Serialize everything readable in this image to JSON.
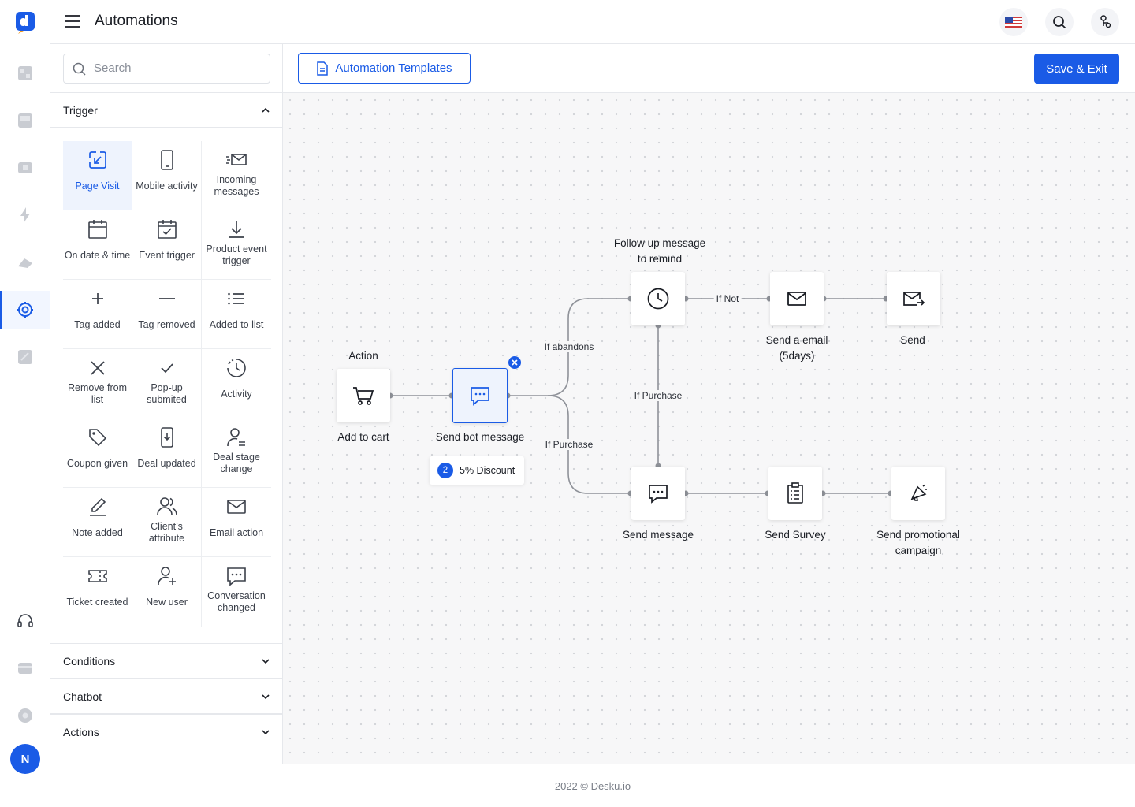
{
  "app": {
    "title": "Automations",
    "avatar_initial": "N",
    "footer": "2022 © Desku.io"
  },
  "rail": {
    "icons": [
      "logo-icon",
      "dashboard-icon",
      "inbox-icon",
      "tickets-icon",
      "lightning-icon",
      "reports-icon",
      "automation-icon",
      "notes-icon",
      "headset-icon",
      "billing-icon",
      "settings-icon"
    ]
  },
  "header": {
    "title": "Automations",
    "flag": "us-flag-icon",
    "search": "search-icon",
    "extra": "user-settings-icon"
  },
  "panel": {
    "search_placeholder": "Search",
    "trigger_title": "Trigger",
    "triggers": [
      {
        "label": "Page Visit",
        "icon": "page-visit-icon",
        "active": true
      },
      {
        "label": "Mobile activity",
        "icon": "mobile-icon"
      },
      {
        "label": "Incoming messages",
        "icon": "incoming-mail-icon"
      },
      {
        "label": "On date & time",
        "icon": "calendar-icon"
      },
      {
        "label": "Event trigger",
        "icon": "calendar-check-icon"
      },
      {
        "label": "Product event trigger",
        "icon": "download-icon"
      },
      {
        "label": "Tag added",
        "icon": "plus-icon"
      },
      {
        "label": "Tag removed",
        "icon": "minus-icon"
      },
      {
        "label": "Added to list",
        "icon": "list-icon"
      },
      {
        "label": "Remove from list",
        "icon": "x-icon"
      },
      {
        "label": "Pop-up submited",
        "icon": "check-icon"
      },
      {
        "label": "Activity",
        "icon": "activity-clock-icon"
      },
      {
        "label": "Coupon given",
        "icon": "tag-icon"
      },
      {
        "label": "Deal updated",
        "icon": "deal-icon"
      },
      {
        "label": "Deal stage change",
        "icon": "user-edit-icon"
      },
      {
        "label": "Note added",
        "icon": "pencil-icon"
      },
      {
        "label": "Client’s attribute",
        "icon": "users-icon"
      },
      {
        "label": "Email action",
        "icon": "mail-icon"
      },
      {
        "label": "Ticket created",
        "icon": "ticket-icon"
      },
      {
        "label": "New user",
        "icon": "user-plus-icon"
      },
      {
        "label": "Conversation changed",
        "icon": "chat-icon"
      }
    ],
    "sections": [
      "Conditions",
      "Chatbot",
      "Actions"
    ]
  },
  "toolbar": {
    "templates_label": "Automation Templates",
    "save_label": "Save & Exit"
  },
  "flow": {
    "nodes": {
      "add_to_cart": {
        "title": "Action",
        "label": "Add to cart"
      },
      "send_bot": {
        "label": "Send bot message",
        "chip_count": "2",
        "chip_label": "5% Discount"
      },
      "follow_up": {
        "title_line1": "Follow up message",
        "title_line2": "to remind"
      },
      "send_email": {
        "line1": "Send a email",
        "line2": "(5days)"
      },
      "send": {
        "label": "Send"
      },
      "send_message": {
        "label": "Send message"
      },
      "send_survey": {
        "label": "Send Survey"
      },
      "promo": {
        "line1": "Send promotional",
        "line2": "campaign"
      }
    },
    "edges": {
      "if_abandons": "If abandons",
      "if_purchase_top": "If Purchase",
      "if_purchase_bottom": "If Purchase",
      "if_not": "If Not"
    }
  }
}
